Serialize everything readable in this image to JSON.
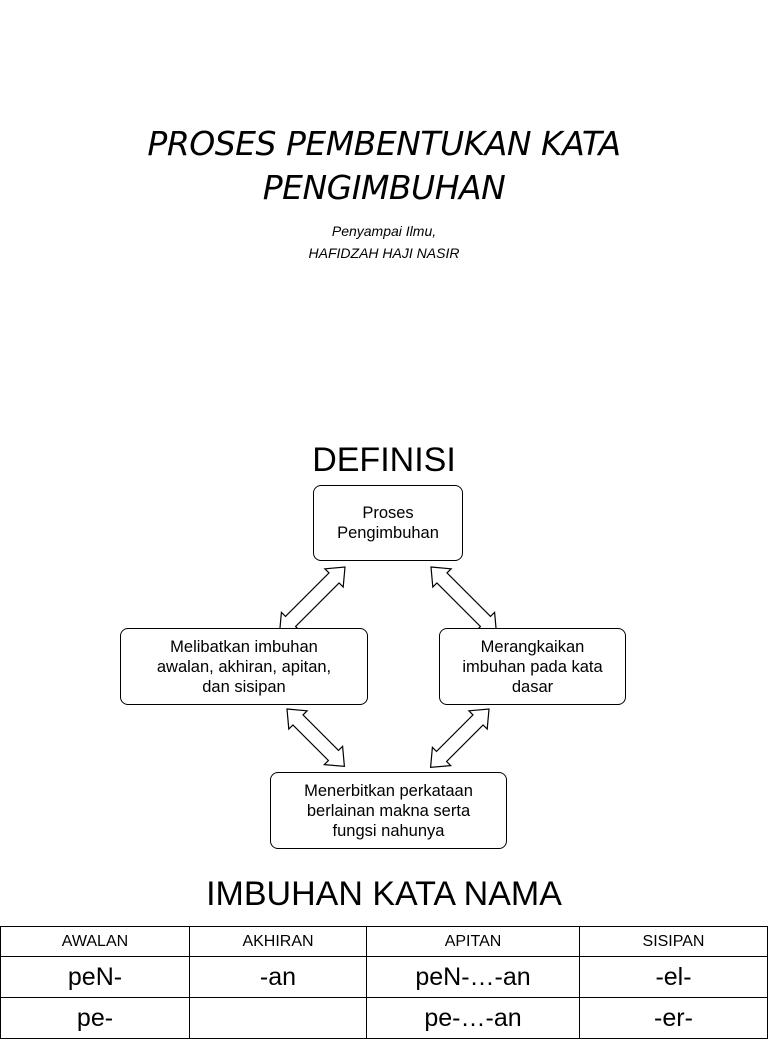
{
  "title": {
    "line1": "PROSES PEMBENTUKAN KATA",
    "line2": "PENGIMBUHAN"
  },
  "subtitle": {
    "role": "Penyampai Ilmu,",
    "name": "HAFIDZAH HAJI NASIR"
  },
  "definisi": {
    "heading": "DEFINISI",
    "top": "Proses\nPengimbuhan",
    "left": "Melibatkan imbuhan\nawalan, akhiran, apitan,\ndan sisipan",
    "right": "Merangkaikan\nimbuhan pada kata\ndasar",
    "bottom": "Menerbitkan perkataan\nberlainan makna serta\nfungsi nahunya"
  },
  "imbuhan": {
    "heading": "IMBUHAN KATA NAMA",
    "columns": [
      "AWALAN",
      "AKHIRAN",
      "APITAN",
      "SISIPAN"
    ],
    "rows": [
      [
        "peN-",
        "-an",
        "peN-…-an",
        "-el-"
      ],
      [
        "pe-",
        "",
        "pe-…-an",
        "-er-"
      ]
    ]
  }
}
